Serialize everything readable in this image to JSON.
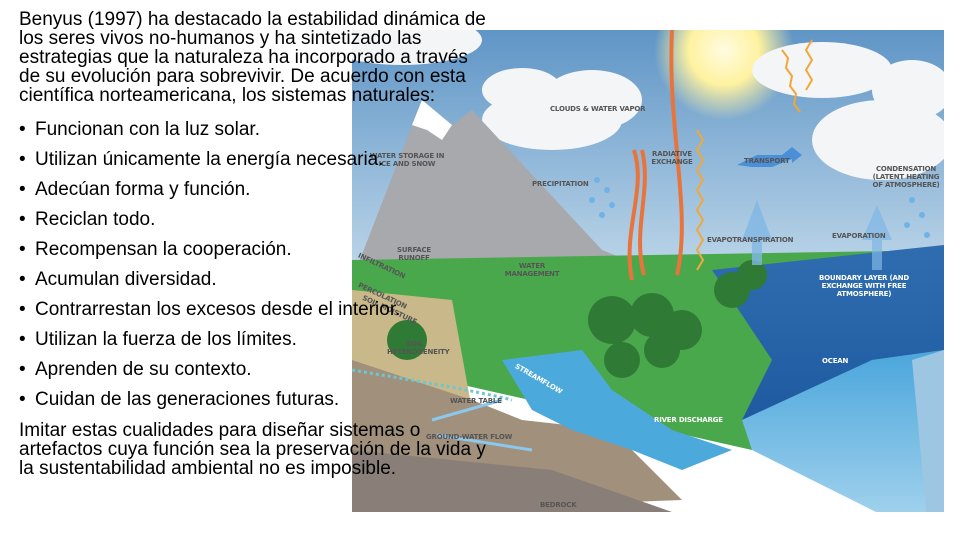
{
  "slide": {
    "intro": "Benyus (1997) ha destacado la estabilidad dinámica de los seres vivos no-humanos y ha sintetizado las estrategias que la naturaleza ha incorporado a través de su evolución para sobrevivir. De acuerdo con esta científica norteamericana, los sistemas naturales:",
    "bullets": [
      "Funcionan con la luz solar.",
      "Utilizan únicamente la energía necesaria.",
      "Adecúan forma y función.",
      "Reciclan todo.",
      "Recompensan la cooperación.",
      "Acumulan diversidad.",
      "Contrarrestan los excesos desde el interior.",
      "Utilizan la fuerza de los límites.",
      "Aprenden de su contexto.",
      "Cuidan de las generaciones futuras."
    ],
    "conclusion": "Imitar estas cualidades para diseñar sistemas o artefactos cuya función sea la preservación de la vida y la sustentabilidad ambiental no es imposible."
  },
  "diagram": {
    "labels": {
      "clouds": "CLOUDS & WATER VAPOR",
      "water_storage": "WATER STORAGE IN ICE AND SNOW",
      "precipitation": "PRECIPITATION",
      "radiative": "RADIATIVE EXCHANGE",
      "transport": "TRANSPORT",
      "condensation": "CONDENSATION (LATENT HEATING OF ATMOSPHERE)",
      "evapotranspiration": "EVAPOTRANSPIRATION",
      "evaporation": "EVAPORATION",
      "surface_runoff": "SURFACE RUNOFF",
      "infiltration": "INFILTRATION",
      "water_management": "WATER MANAGEMENT",
      "percolation": "PERCOLATION",
      "soil_moisture": "SOIL MOISTURE",
      "boundary_layer": "BOUNDARY LAYER (AND EXCHANGE WITH FREE ATMOSPHERE)",
      "soil_heterogeneity": "SOIL HETEROGENEITY",
      "ocean": "OCEAN",
      "streamflow": "STREAMFLOW",
      "water_table": "WATER TABLE",
      "river_discharge": "RIVER DISCHARGE",
      "ground_water_flow": "GROUND-WATER FLOW",
      "bedrock": "BEDROCK"
    }
  }
}
